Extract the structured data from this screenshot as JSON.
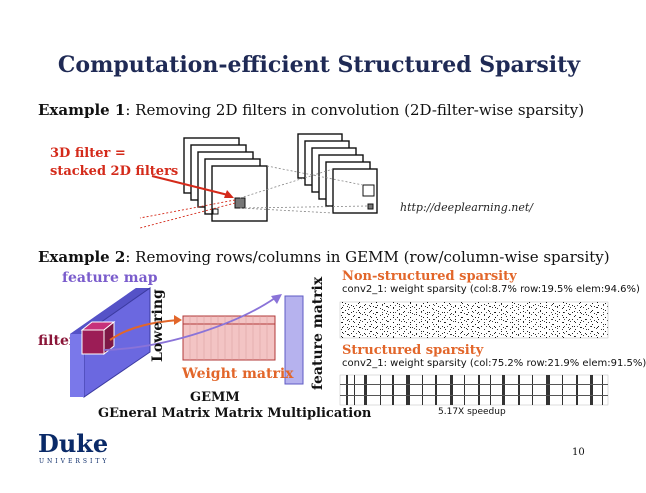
{
  "title": "Computation-efficient Structured Sparsity",
  "example1": {
    "label": "Example 1",
    "text": ": Removing 2D filters in convolution (2D-filter-wise sparsity)",
    "filter_line1": "3D filter =",
    "filter_line2": "stacked 2D filters",
    "url": "http://deeplearning.net/"
  },
  "example2": {
    "label": "Example 2",
    "text": ": Removing rows/columns in GEMM (row/column-wise sparsity)",
    "feature_map": "feature map",
    "filter": "filter",
    "lowering": "Lowering",
    "weight_matrix": "Weight matrix",
    "feature_matrix": "feature matrix",
    "gemm": "GEMM",
    "gemm_full": "GEneral Matrix Matrix Multiplication",
    "non_structured_title": "Non-structured sparsity",
    "non_structured_stats": "conv2_1: weight sparsity (col:8.7% row:19.5% elem:94.6%)",
    "structured_title": "Structured sparsity",
    "structured_stats": "conv2_1: weight sparsity (col:75.2% row:21.9% elem:91.5%)",
    "speedup": "5.17X speedup"
  },
  "footer": {
    "logo": "Duke",
    "university": "UNIVERSITY",
    "page_number": "10"
  },
  "colors": {
    "title": "#1f2a55",
    "accent_red": "#d42a1a",
    "purple": "#7a5ccc",
    "orange": "#e2662a",
    "maroon": "#8a1538",
    "duke_blue": "#0a2a68"
  }
}
